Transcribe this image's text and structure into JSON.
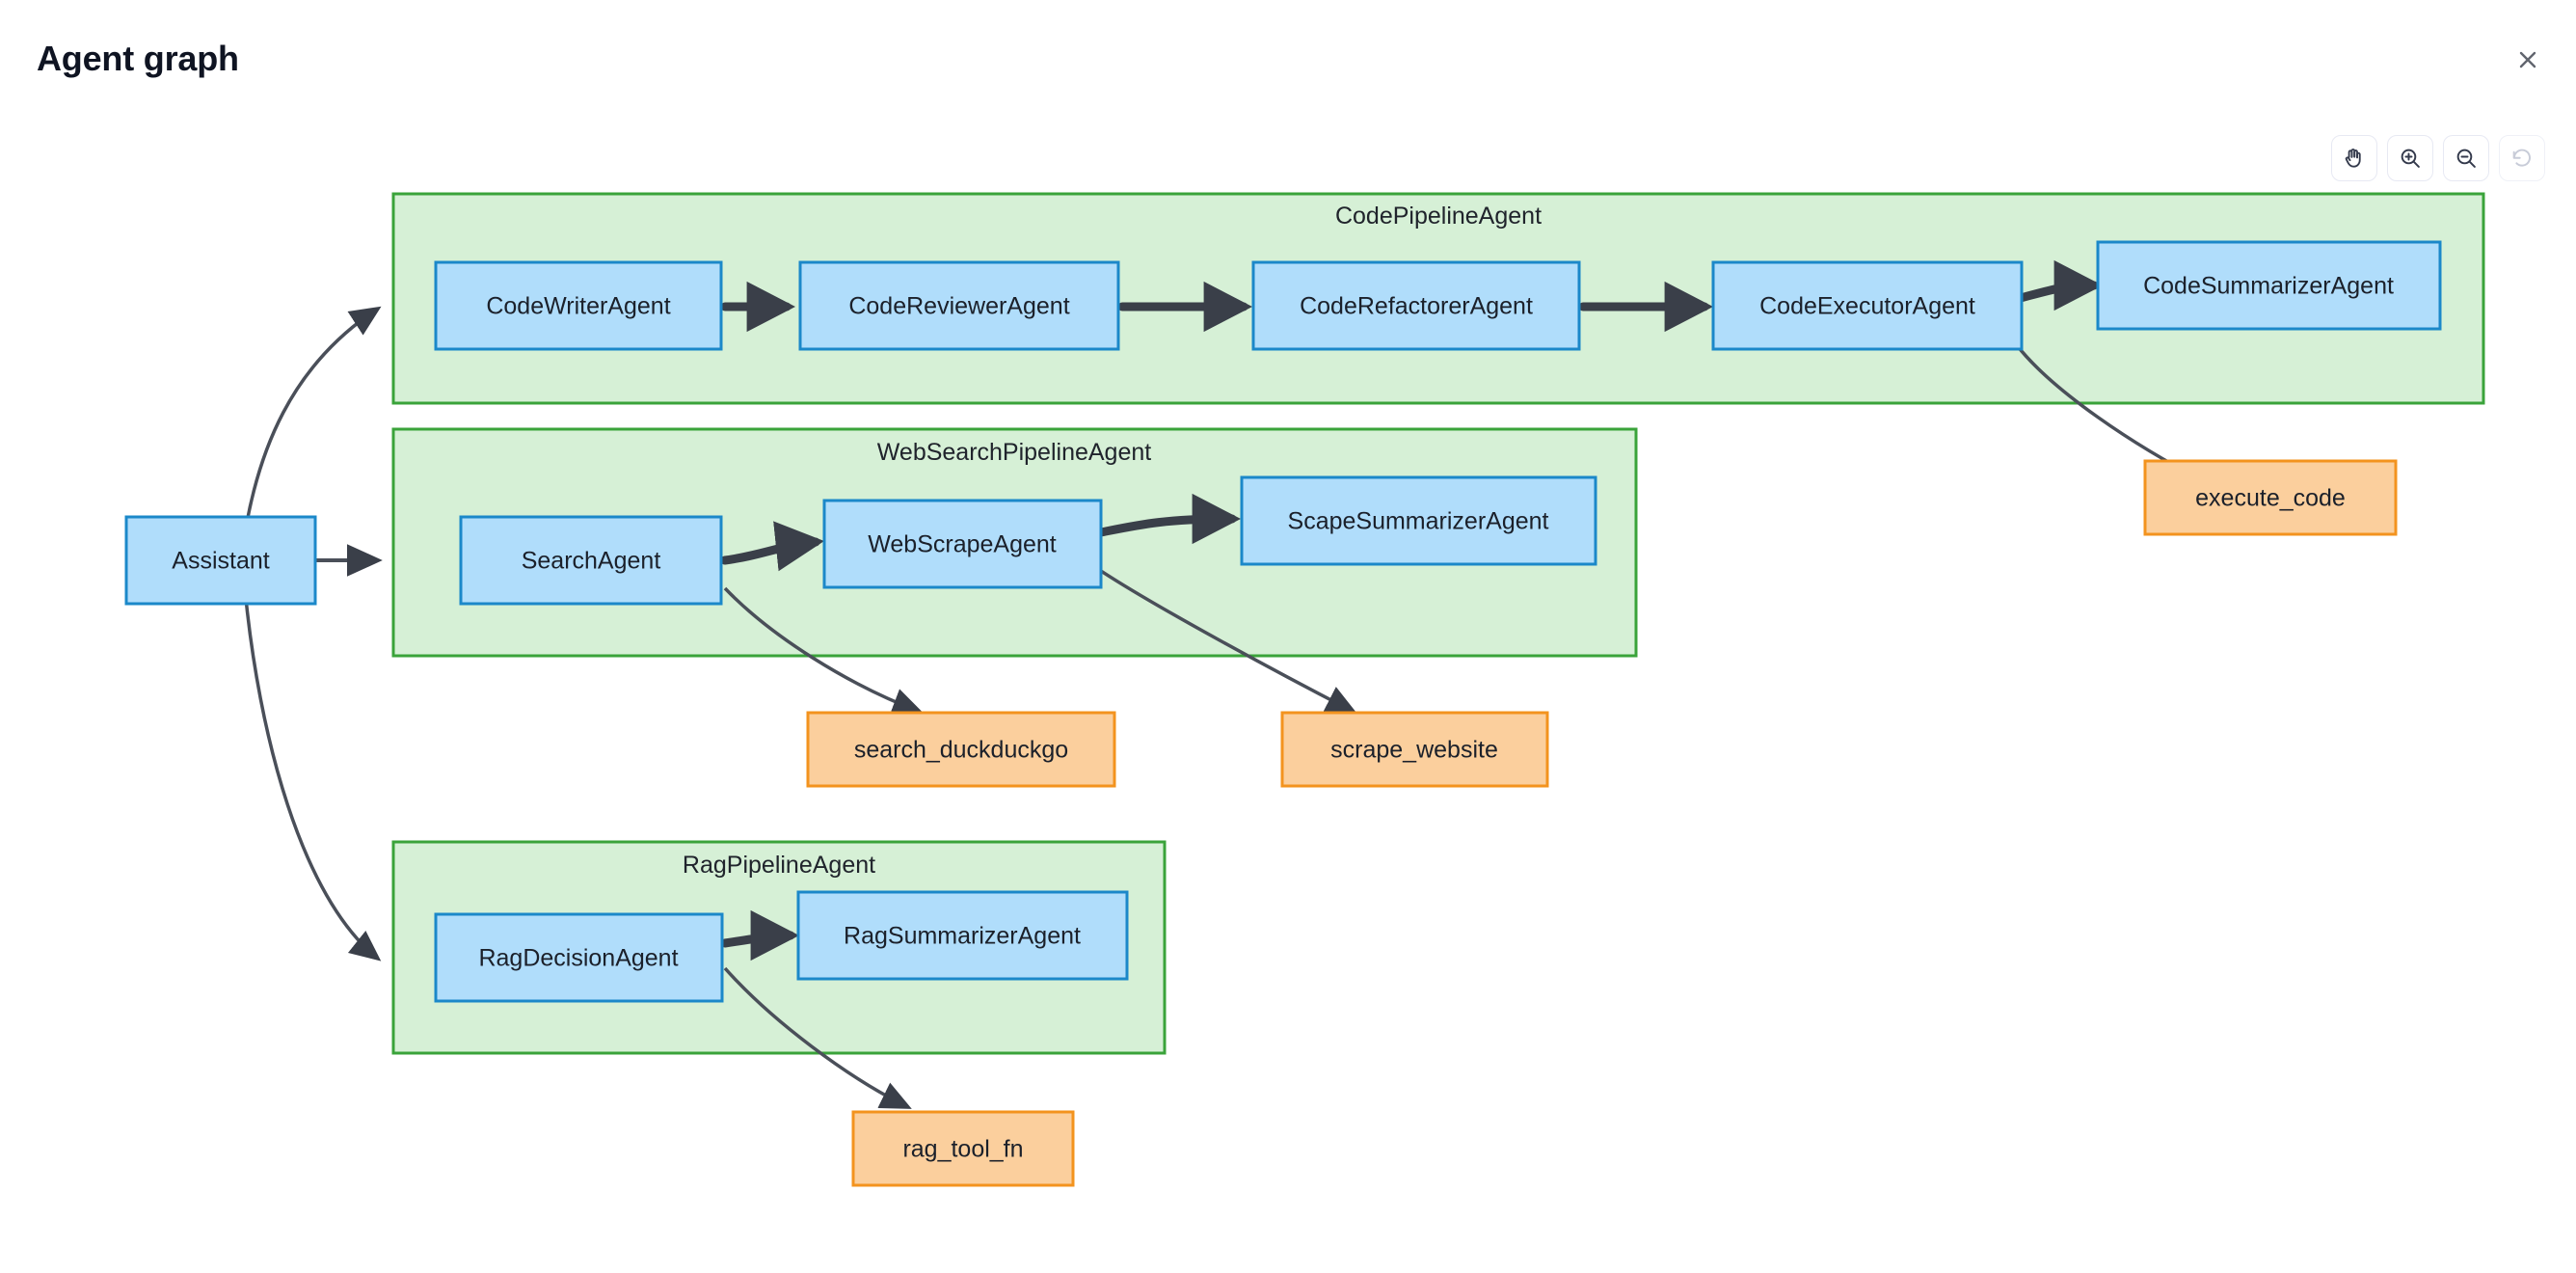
{
  "header": {
    "title": "Agent graph",
    "close_icon": "close-icon"
  },
  "toolbar": {
    "buttons": [
      {
        "name": "pan-tool",
        "icon": "hand-icon",
        "disabled": false
      },
      {
        "name": "zoom-in",
        "icon": "zoom-in-icon",
        "disabled": false
      },
      {
        "name": "zoom-out",
        "icon": "zoom-out-icon",
        "disabled": false
      },
      {
        "name": "reset-view",
        "icon": "reset-icon",
        "disabled": true
      }
    ]
  },
  "colors": {
    "agent_fill": "#b0ddfb",
    "agent_border": "#1b88c9",
    "tool_fill": "#fbcf9d",
    "tool_border": "#f3931e",
    "group_fill": "#d6f0d6",
    "group_border": "#3aa33a",
    "edge": "#3a3f49",
    "title_text": "#0f1422"
  },
  "graph": {
    "root": {
      "label": "Assistant"
    },
    "groups": [
      {
        "label": "CodePipelineAgent",
        "nodes": [
          {
            "label": "CodeWriterAgent"
          },
          {
            "label": "CodeReviewerAgent"
          },
          {
            "label": "CodeRefactorerAgent"
          },
          {
            "label": "CodeExecutorAgent"
          },
          {
            "label": "CodeSummarizerAgent"
          }
        ]
      },
      {
        "label": "WebSearchPipelineAgent",
        "nodes": [
          {
            "label": "SearchAgent"
          },
          {
            "label": "WebScrapeAgent"
          },
          {
            "label": "ScapeSummarizerAgent"
          }
        ]
      },
      {
        "label": "RagPipelineAgent",
        "nodes": [
          {
            "label": "RagDecisionAgent"
          },
          {
            "label": "RagSummarizerAgent"
          }
        ]
      }
    ],
    "tools": [
      {
        "label": "execute_code"
      },
      {
        "label": "search_duckduckgo"
      },
      {
        "label": "scrape_website"
      },
      {
        "label": "rag_tool_fn"
      }
    ],
    "edges": [
      {
        "from": "Assistant",
        "to": "CodePipelineAgent"
      },
      {
        "from": "Assistant",
        "to": "WebSearchPipelineAgent"
      },
      {
        "from": "Assistant",
        "to": "RagPipelineAgent"
      },
      {
        "from": "CodeWriterAgent",
        "to": "CodeReviewerAgent"
      },
      {
        "from": "CodeReviewerAgent",
        "to": "CodeRefactorerAgent"
      },
      {
        "from": "CodeRefactorerAgent",
        "to": "CodeExecutorAgent"
      },
      {
        "from": "CodeExecutorAgent",
        "to": "CodeSummarizerAgent"
      },
      {
        "from": "CodeExecutorAgent",
        "to": "execute_code"
      },
      {
        "from": "SearchAgent",
        "to": "WebScrapeAgent"
      },
      {
        "from": "WebScrapeAgent",
        "to": "ScapeSummarizerAgent"
      },
      {
        "from": "SearchAgent",
        "to": "search_duckduckgo"
      },
      {
        "from": "WebScrapeAgent",
        "to": "scrape_website"
      },
      {
        "from": "RagDecisionAgent",
        "to": "RagSummarizerAgent"
      },
      {
        "from": "RagDecisionAgent",
        "to": "rag_tool_fn"
      }
    ]
  }
}
